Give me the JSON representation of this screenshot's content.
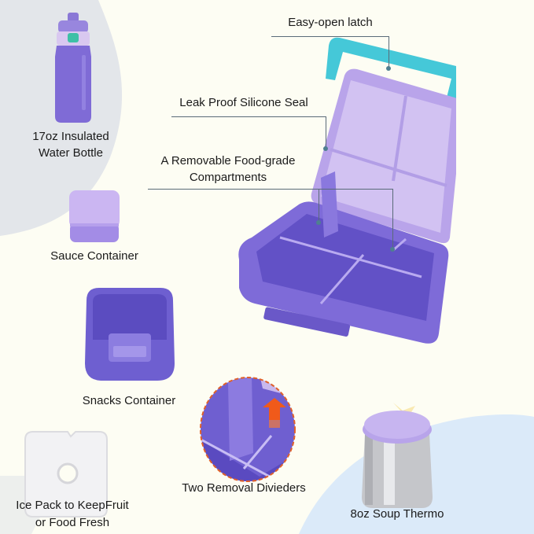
{
  "labels": {
    "latch": "Easy-open latch",
    "seal": "Leak Proof Silicone Seal",
    "compartments_line1": "A Removable Food-grade",
    "compartments_line2": "Compartments",
    "bottle_line1": "17oz Insulated",
    "bottle_line2": "Water Bottle",
    "sauce": "Sauce Container",
    "snacks": "Snacks Container",
    "dividers": "Two Removal Divieders",
    "icepack_line1": "Ice Pack to KeepFruit",
    "icepack_line2": "or Food Fresh",
    "thermo": "8oz Soup Thermo"
  },
  "colors": {
    "background": "#fdfdf3",
    "blob_gray": "#e3e6ea",
    "blob_blue": "#dbeaf9",
    "purple_dark": "#6f5fd0",
    "purple_mid": "#8877dc",
    "lavender": "#c9b8ee",
    "teal": "#45c8d8",
    "steel": "#c8c9cc",
    "arrow_orange": "#f05a1a",
    "leader_line": "#5a6b78"
  }
}
